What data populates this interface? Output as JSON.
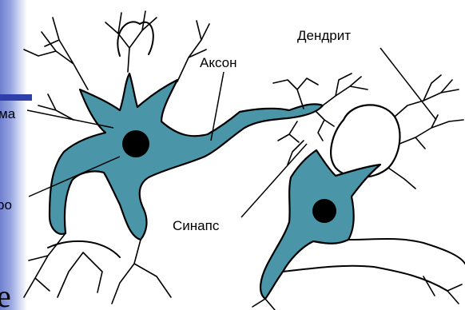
{
  "labels": {
    "left_top": "ма",
    "left_mid": "ро",
    "axon": "Аксон",
    "dendrite": "Дендрит",
    "synapse": "Синапс",
    "corner_char": "е"
  },
  "colors": {
    "cytoplasm": "#4a96a8",
    "nucleus": "#000000",
    "slide_band": "#2e3eaa",
    "slide_gradient": "#6e7fcd"
  }
}
